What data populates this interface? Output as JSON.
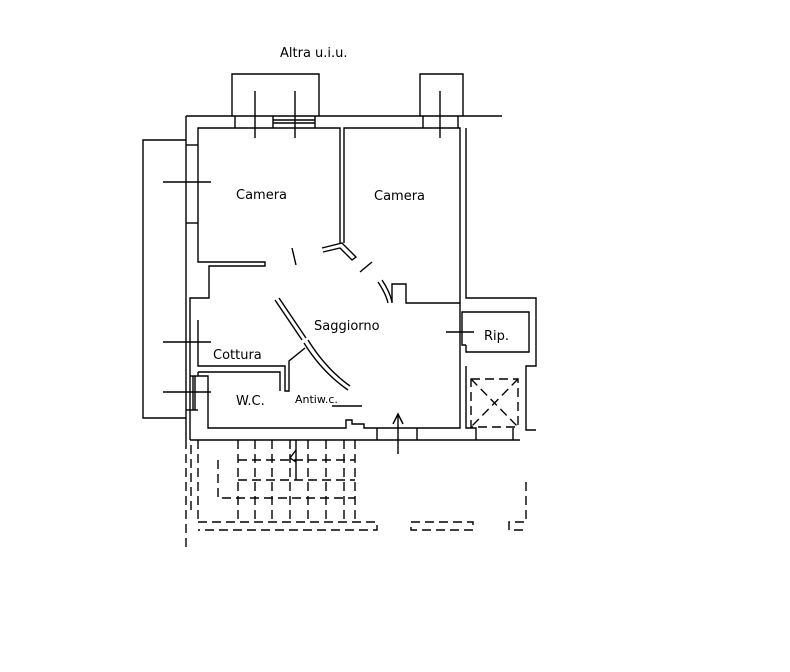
{
  "plan": {
    "other_unit_label": "Altra u.i.u.",
    "rooms": {
      "camera_1": "Camera",
      "camera_2": "Camera",
      "soggiorno": "Saggiorno",
      "ripostiglio": "Rip.",
      "cottura": "Cottura",
      "wc": "W.C.",
      "antiwc": "Antiw.c."
    }
  }
}
